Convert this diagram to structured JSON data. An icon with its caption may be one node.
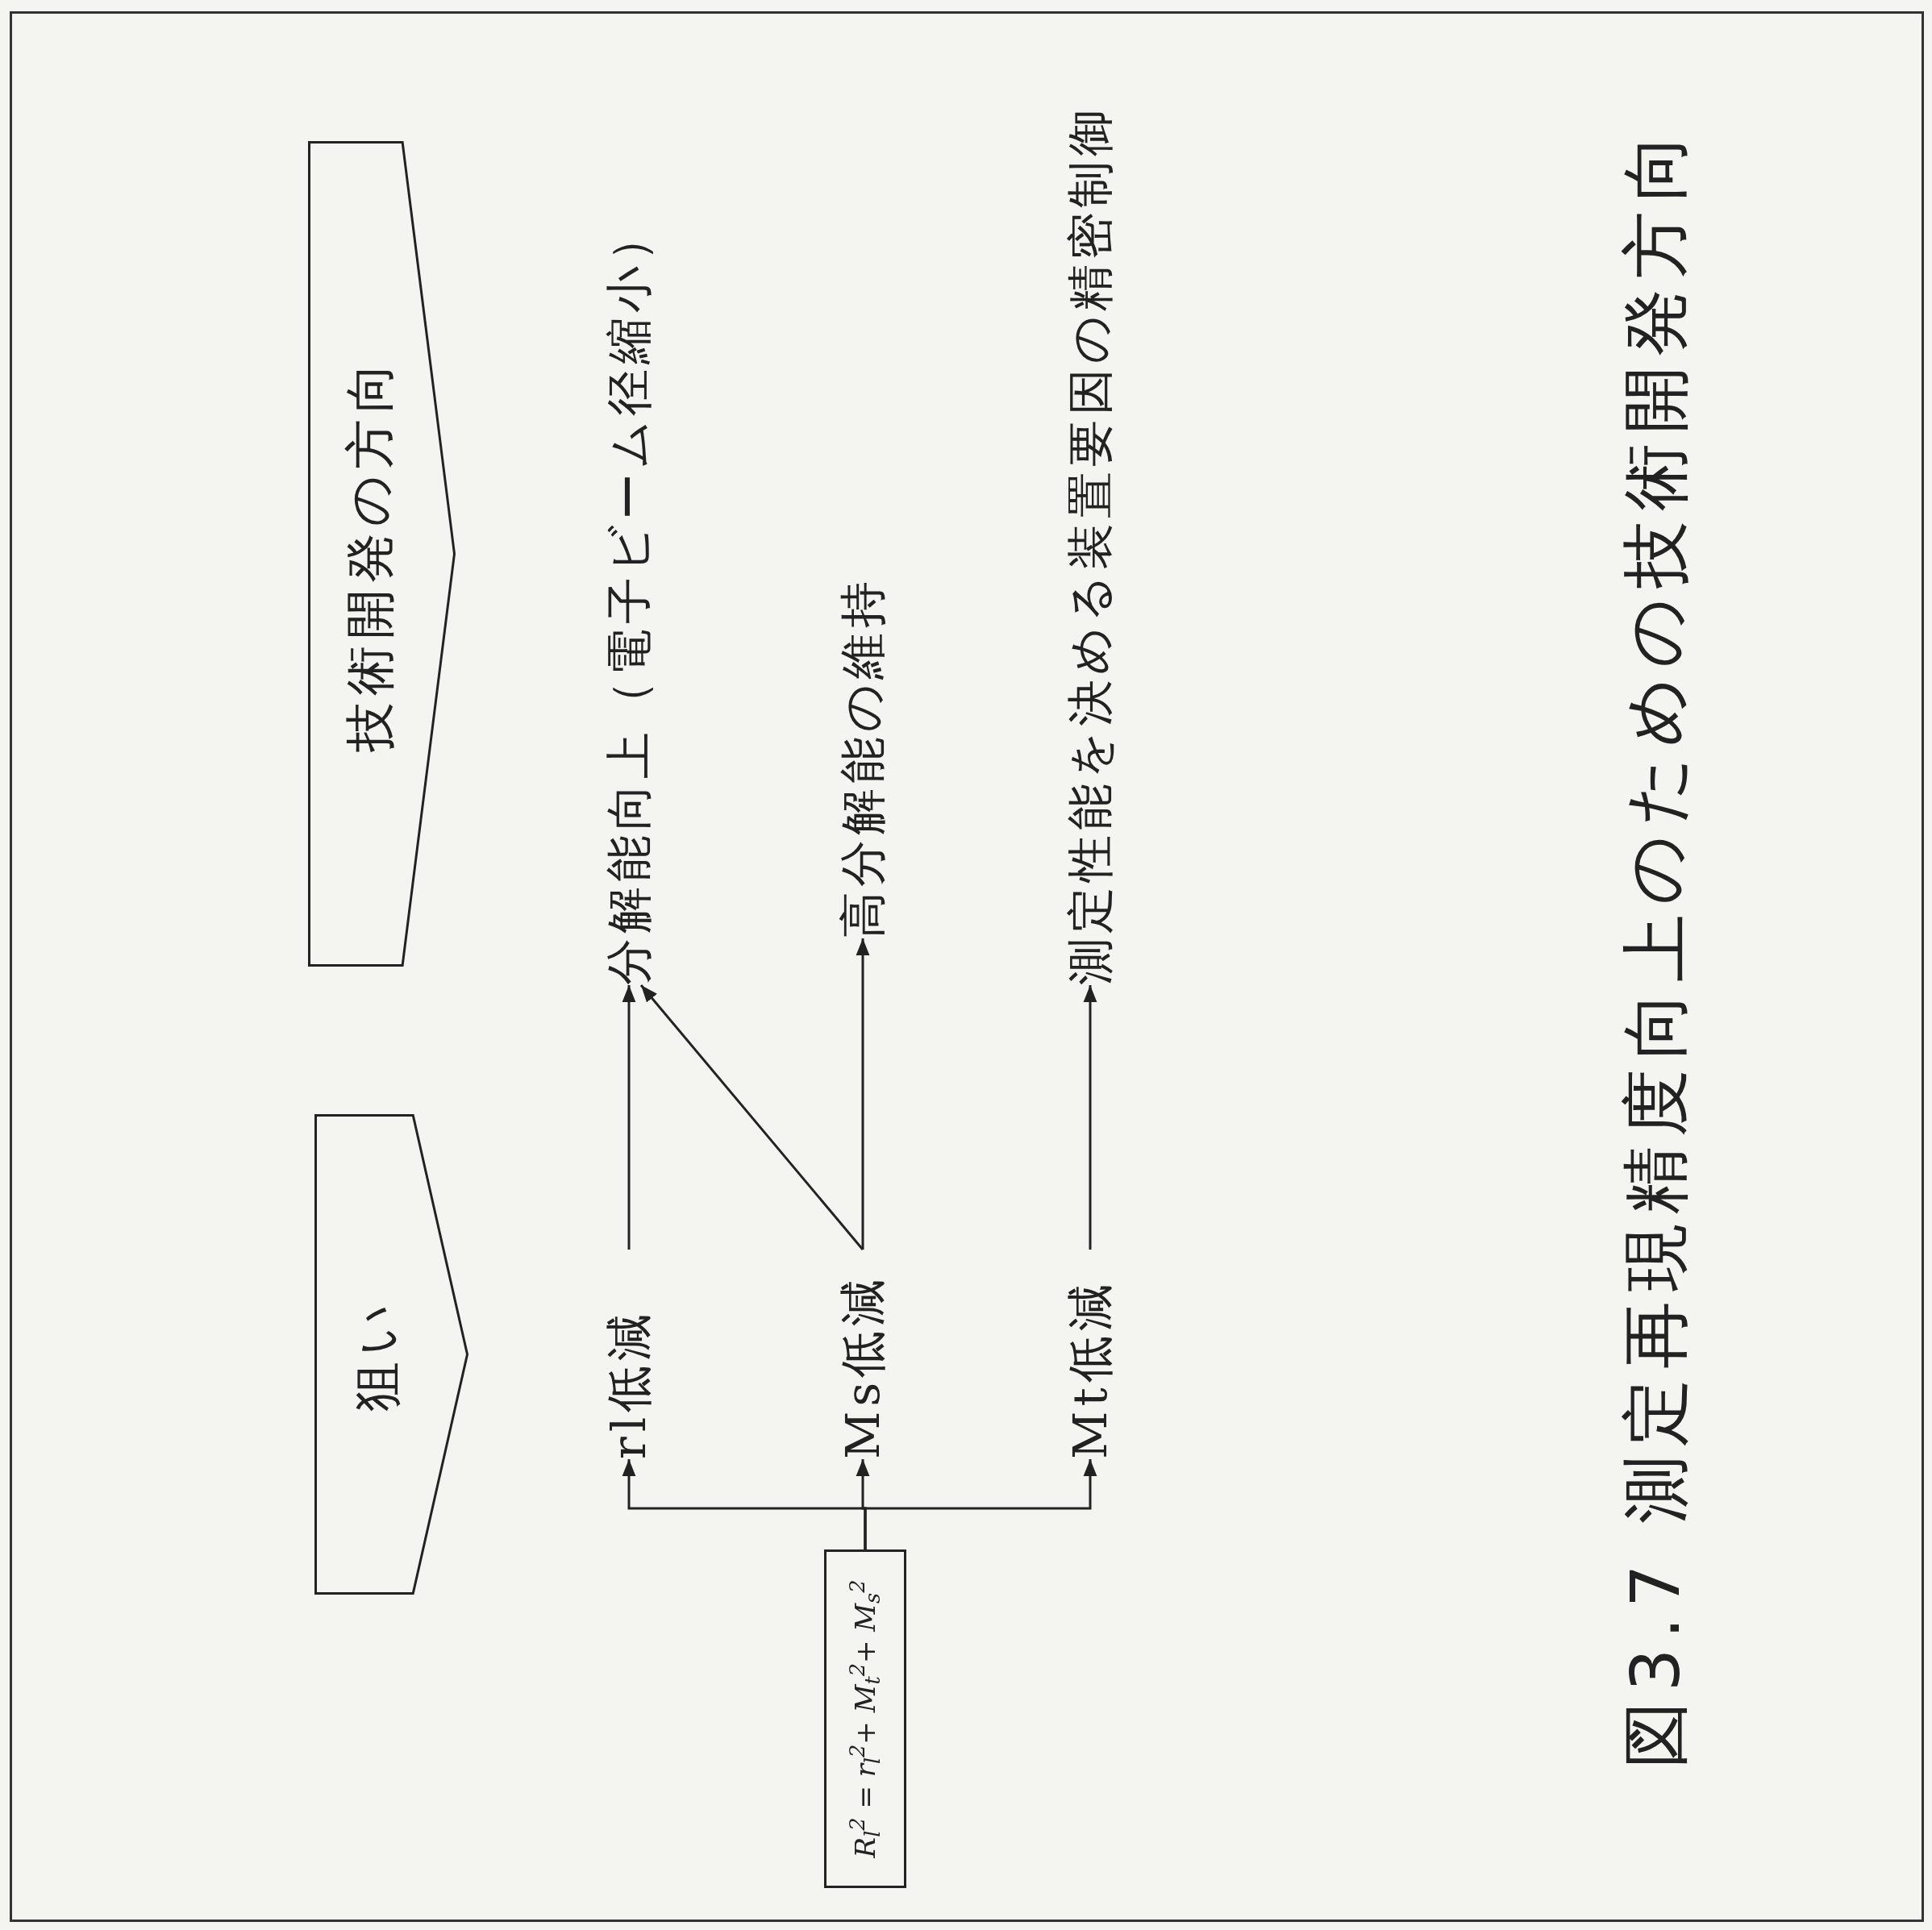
{
  "diagram": {
    "caption": "図3.7 測定再現精度向上のための技術開発方向",
    "nodes": [
      {
        "text": [
          "狙い"
        ]
      },
      {
        "text": [
          "技術開発の方向"
        ]
      },
      {
        "text": [
          "*R*$_{l}$$^{2}$ = *r*$_{l}$$^{2}$+ *M*$_{t}$$^{2}$+ *M*$_{s}$$^{2}$"
        ]
      },
      {
        "text": [
          "rl低減"
        ]
      },
      {
        "text": [
          "Ms低減"
        ]
      },
      {
        "text": [
          "Mt低減"
        ]
      },
      {
        "text": [
          "分解能向上（電子ビーム径縮小）"
        ]
      },
      {
        "text": [
          "高分解能の維持"
        ]
      },
      {
        "text": [
          "測定性能を決める装置要因の精密制御"
        ]
      }
    ],
    "edges": [
      {
        "from": 2,
        "to": 3,
        "arrow": "to"
      },
      {
        "from": 2,
        "to": 4,
        "arrow": "to"
      },
      {
        "from": 2,
        "to": 5,
        "arrow": "to"
      },
      {
        "from": 3,
        "to": 6,
        "arrow": "to"
      },
      {
        "from": 4,
        "to": 6,
        "arrow": "to"
      },
      {
        "from": 4,
        "to": 7,
        "arrow": "to"
      },
      {
        "from": 5,
        "to": 8,
        "arrow": "to"
      }
    ]
  }
}
